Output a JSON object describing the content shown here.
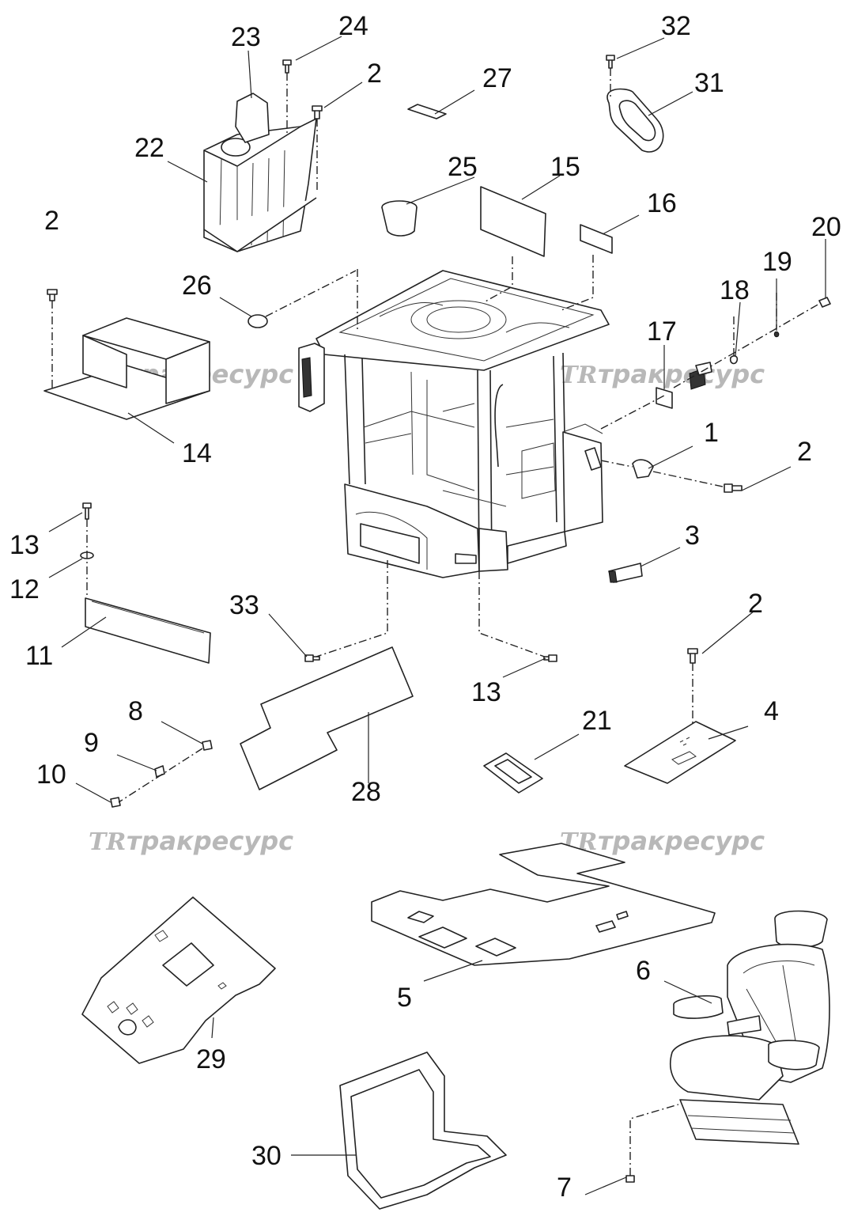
{
  "watermark": {
    "brand_text": "трак",
    "brand_text_2": "ресурс",
    "logo_text": "TR"
  },
  "callouts": [
    {
      "id": "1",
      "text": "1"
    },
    {
      "id": "2a",
      "text": "2"
    },
    {
      "id": "2b",
      "text": "2"
    },
    {
      "id": "2c",
      "text": "2"
    },
    {
      "id": "2d",
      "text": "2"
    },
    {
      "id": "3",
      "text": "3"
    },
    {
      "id": "4",
      "text": "4"
    },
    {
      "id": "5",
      "text": "5"
    },
    {
      "id": "6",
      "text": "6"
    },
    {
      "id": "7",
      "text": "7"
    },
    {
      "id": "8",
      "text": "8"
    },
    {
      "id": "9",
      "text": "9"
    },
    {
      "id": "10",
      "text": "10"
    },
    {
      "id": "11",
      "text": "11"
    },
    {
      "id": "12",
      "text": "12"
    },
    {
      "id": "13a",
      "text": "13"
    },
    {
      "id": "13b",
      "text": "13"
    },
    {
      "id": "14",
      "text": "14"
    },
    {
      "id": "15",
      "text": "15"
    },
    {
      "id": "16",
      "text": "16"
    },
    {
      "id": "17",
      "text": "17"
    },
    {
      "id": "18",
      "text": "18"
    },
    {
      "id": "19",
      "text": "19"
    },
    {
      "id": "20",
      "text": "20"
    },
    {
      "id": "21",
      "text": "21"
    },
    {
      "id": "22",
      "text": "22"
    },
    {
      "id": "23",
      "text": "23"
    },
    {
      "id": "24",
      "text": "24"
    },
    {
      "id": "25",
      "text": "25"
    },
    {
      "id": "26",
      "text": "26"
    },
    {
      "id": "27",
      "text": "27"
    },
    {
      "id": "28",
      "text": "28"
    },
    {
      "id": "29",
      "text": "29"
    },
    {
      "id": "30",
      "text": "30"
    },
    {
      "id": "31",
      "text": "31"
    },
    {
      "id": "32",
      "text": "32"
    },
    {
      "id": "33",
      "text": "33"
    }
  ]
}
